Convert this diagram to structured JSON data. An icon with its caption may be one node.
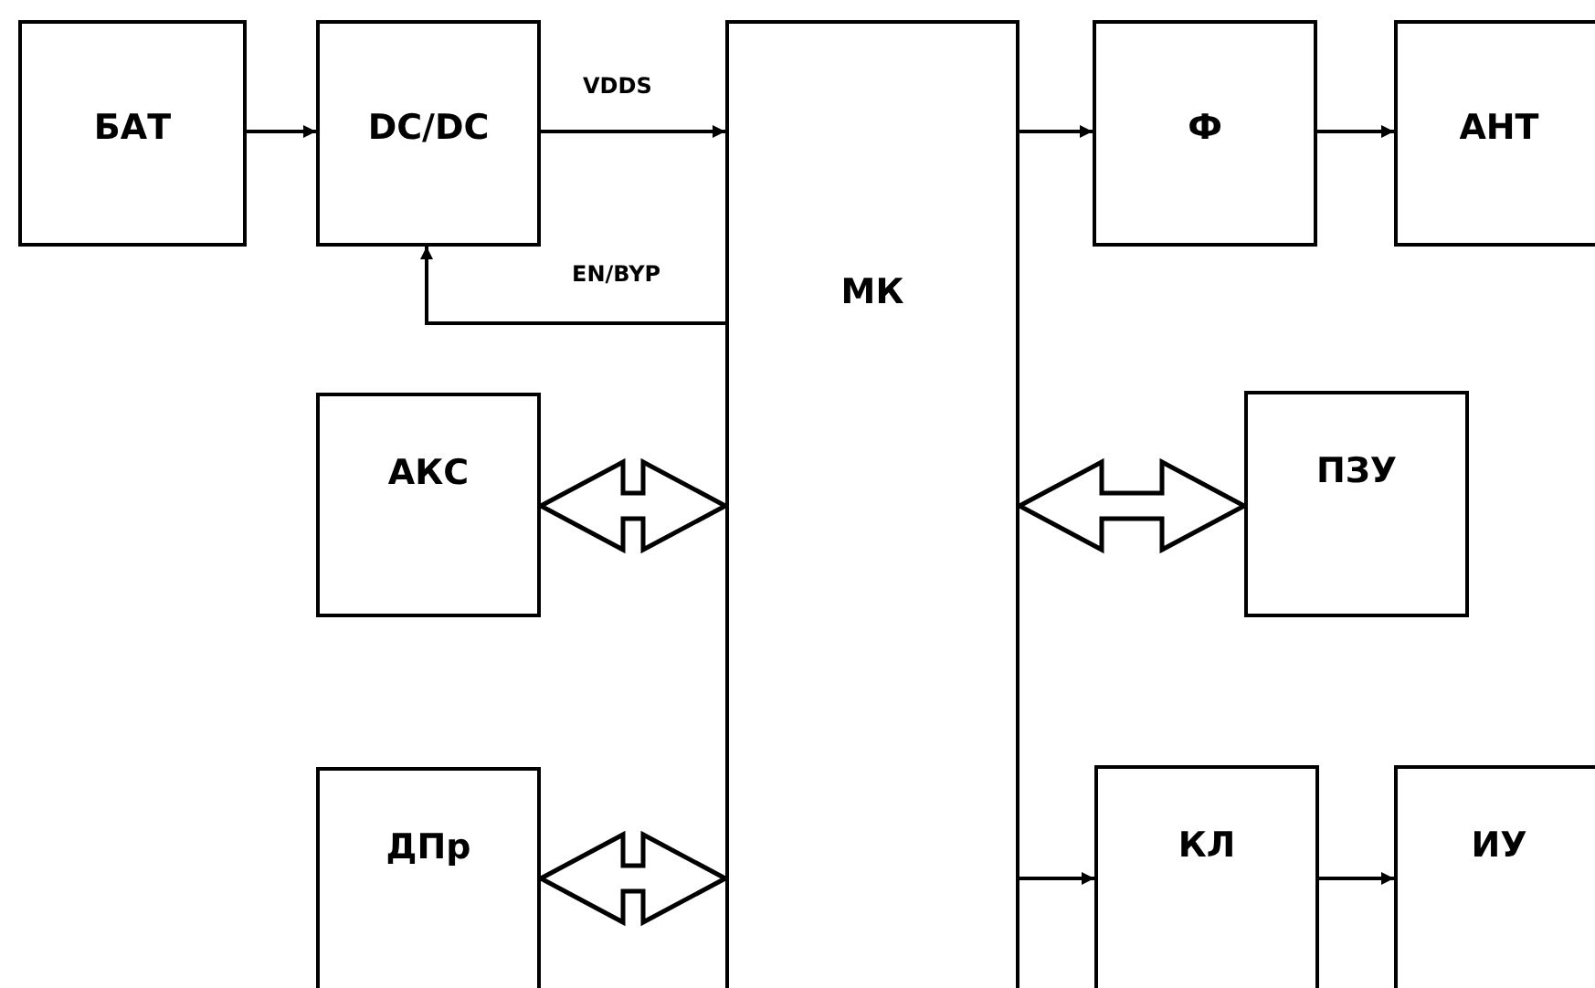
{
  "diagram": {
    "nodes": [
      {
        "text": [
          "БАТ"
        ]
      },
      {
        "text": [
          "DC/DC"
        ]
      },
      {
        "text": [
          "МК"
        ]
      },
      {
        "text": [
          "Ф"
        ]
      },
      {
        "text": [
          "АНТ"
        ]
      },
      {
        "text": [
          "АКС"
        ]
      },
      {
        "text": [
          "ПЗУ"
        ]
      },
      {
        "text": [
          "ДПр"
        ]
      },
      {
        "text": [
          "КЛ"
        ]
      },
      {
        "text": [
          "ИУ"
        ]
      }
    ],
    "edges": [
      {
        "from": 0,
        "to": 1,
        "arrow": "to"
      },
      {
        "from": 1,
        "to": 2,
        "arrow": "to",
        "label": "VDDS"
      },
      {
        "from": 2,
        "to": 1,
        "arrow": "to",
        "label": "EN/BYP"
      },
      {
        "from": 2,
        "to": 3,
        "arrow": "to"
      },
      {
        "from": 3,
        "to": 4,
        "arrow": "to"
      },
      {
        "from": 5,
        "to": 2,
        "arrow": "both",
        "style": "thick"
      },
      {
        "from": 2,
        "to": 6,
        "arrow": "both",
        "style": "thick"
      },
      {
        "from": 7,
        "to": 2,
        "arrow": "both",
        "style": "thick"
      },
      {
        "from": 2,
        "to": 8,
        "arrow": "to"
      },
      {
        "from": 8,
        "to": 9,
        "arrow": "to"
      }
    ]
  }
}
